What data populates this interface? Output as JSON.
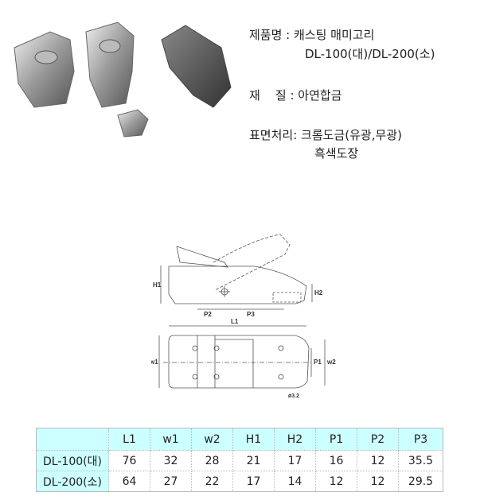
{
  "spec": {
    "name_label": "제품명 :",
    "name_value": "캐스팅 매미고리",
    "models": "DL-100(대)/DL-200(소)",
    "material_label": "재    질 :",
    "material_value": "아연합금",
    "finish_label": "표면처리:",
    "finish_value1": "크롬도금(유광,무광)",
    "finish_value2": "흑색도장"
  },
  "diagram": {
    "labels": {
      "h1": "H1",
      "h2": "H2",
      "p2": "P2",
      "p3": "P3",
      "l1": "L1",
      "w1": "w1",
      "w2": "w2",
      "p1": "P1",
      "hole": "ø3.2"
    }
  },
  "table": {
    "headers": [
      "",
      "L1",
      "w1",
      "w2",
      "H1",
      "H2",
      "P1",
      "P2",
      "P3"
    ],
    "rows": [
      [
        "DL-100(대)",
        "76",
        "32",
        "28",
        "21",
        "17",
        "16",
        "12",
        "35.5"
      ],
      [
        "DL-200(소)",
        "64",
        "27",
        "22",
        "17",
        "14",
        "12",
        "12",
        "29.5"
      ]
    ]
  },
  "colors": {
    "header_bg": "#ccffff"
  }
}
